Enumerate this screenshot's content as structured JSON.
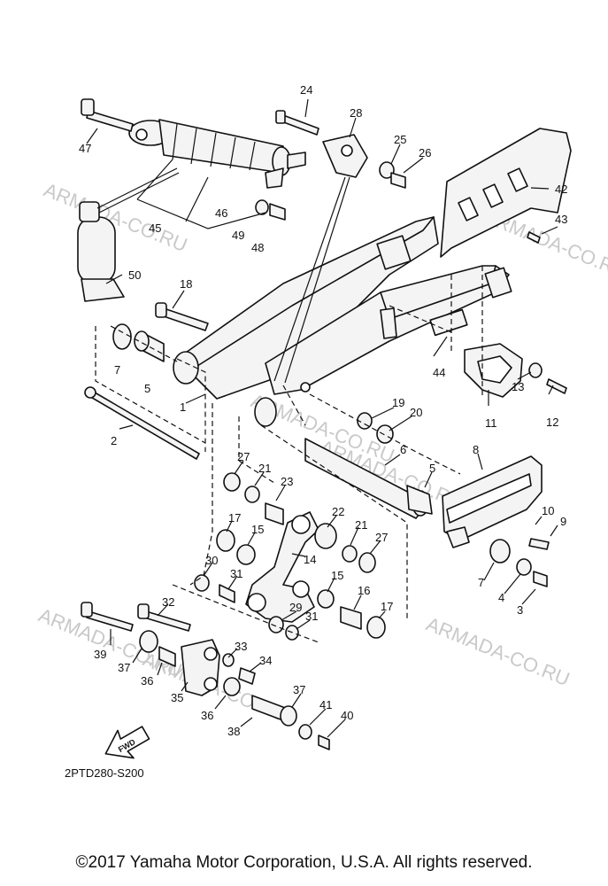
{
  "watermarks": [
    "ARMADA-CO.RU",
    "ARMADA-CO.RU",
    "ARMADA-CO.RU",
    "ARMADA-CO.RU",
    "ARMADA-CO.RU",
    "ARMADA-CO.RU",
    "ARMADA-CO.RU"
  ],
  "callouts": [
    "1",
    "2",
    "3",
    "4",
    "5",
    "5",
    "6",
    "7",
    "7",
    "8",
    "9",
    "10",
    "11",
    "12",
    "13",
    "14",
    "15",
    "15",
    "16",
    "17",
    "17",
    "18",
    "19",
    "20",
    "21",
    "21",
    "22",
    "23",
    "24",
    "25",
    "26",
    "27",
    "27",
    "28",
    "29",
    "30",
    "31",
    "31",
    "32",
    "33",
    "34",
    "35",
    "36",
    "36",
    "37",
    "37",
    "38",
    "39",
    "40",
    "41",
    "42",
    "43",
    "44",
    "45",
    "46",
    "47",
    "48",
    "49",
    "50"
  ],
  "fwd_label": "FWD",
  "diagram_code": "2PTD280-S200",
  "copyright": "©2017 Yamaha Motor Corporation, U.S.A. All rights reserved."
}
